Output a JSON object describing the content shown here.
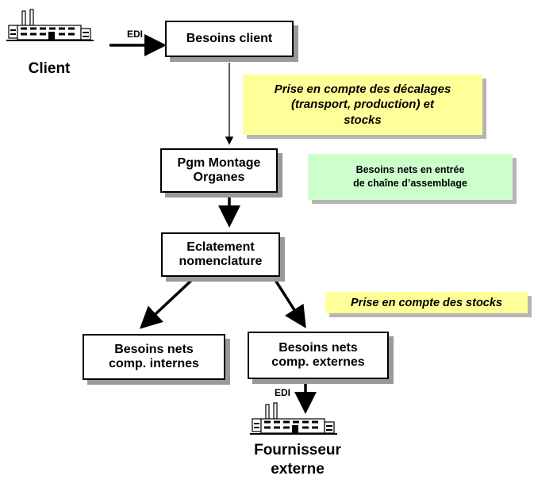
{
  "colors": {
    "note_yellow": "#ffff99",
    "note_green": "#ccffcc",
    "shadow": "#9a9a9a",
    "factory_fill": "#ffffff",
    "line": "#000000"
  },
  "client": {
    "label": "Client",
    "edi": "EDI",
    "icon": "factory-icon"
  },
  "supplier": {
    "label_line1": "Fournisseur",
    "label_line2": "externe",
    "edi": "EDI",
    "icon": "factory-icon"
  },
  "boxes": {
    "besoins_client": {
      "line1": "Besoins client"
    },
    "pgm_montage": {
      "line1": "Pgm Montage",
      "line2": "Organes"
    },
    "eclatement": {
      "line1": "Eclatement",
      "line2": "nomenclature"
    },
    "internes": {
      "line1": "Besoins nets",
      "line2": "comp. internes"
    },
    "externes": {
      "line1": "Besoins nets",
      "line2": "comp. externes"
    }
  },
  "notes": {
    "decalages": {
      "line1": "Prise en compte des décalages",
      "line2": "(transport, production) et",
      "line3": "stocks"
    },
    "entree": {
      "line1": "Besoins nets en entrée",
      "line2": "de chaîne d’assemblage"
    },
    "stocks": {
      "line1": "Prise en compte des stocks"
    }
  }
}
